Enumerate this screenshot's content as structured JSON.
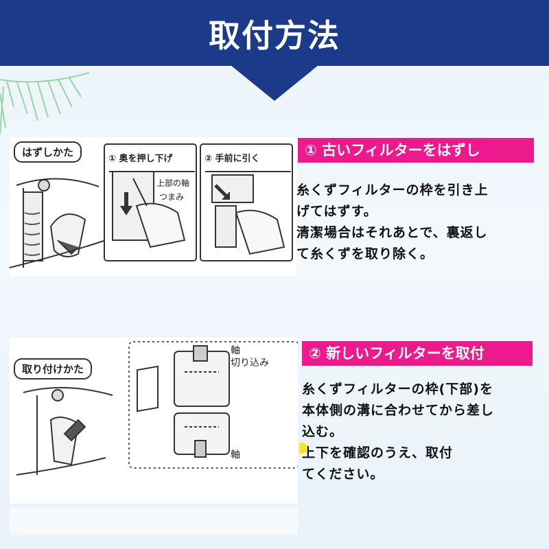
{
  "header": {
    "title": "取付方法"
  },
  "top_panel": {
    "caption": "はずしかた",
    "step1_label": "① 奥を押し下げ",
    "step2_label": "② 手前に引く",
    "label_axis": "上部の軸",
    "label_knob": "つまみ"
  },
  "bottom_panel": {
    "caption": "取り付けかた",
    "label_axis_top": "軸",
    "label_notch": "切り込み",
    "label_axis_bottom": "軸"
  },
  "step1": {
    "title": "①  古いフィルターをはずし",
    "text": "糸くずフィルターの枠を引き上\nげてはずす。\n清潔場合はそれあとで、裏返し\nて糸くずを取り除く。"
  },
  "step2": {
    "title": "②  新しいフィルターを取付",
    "text": "糸くずフィルターの枠(下部)を\n本体側の溝に合わせてから差し\n込む。\n上下を確認のうえ、取付\nてください。"
  },
  "colors": {
    "header": "#1b3a8a",
    "banner": "#ec1a8c",
    "highlight": "#f4e52a"
  }
}
